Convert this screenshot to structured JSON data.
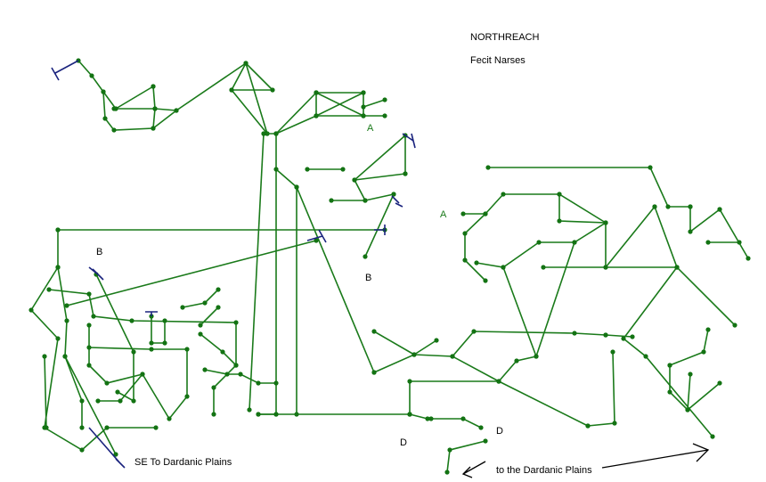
{
  "title": "NORTHREACH",
  "subtitle": "Fecit Narses",
  "colors": {
    "road": "#1a7a1a",
    "node": "#137313",
    "exit": "#1a237e",
    "text": "#000000"
  },
  "labels": {
    "a1": "A",
    "a2": "A",
    "b1": "B",
    "b2": "B",
    "d1": "D",
    "d2": "D",
    "se_exit": "SE To Dardanic Plains",
    "e_exit": "to the Dardanic Plains"
  }
}
